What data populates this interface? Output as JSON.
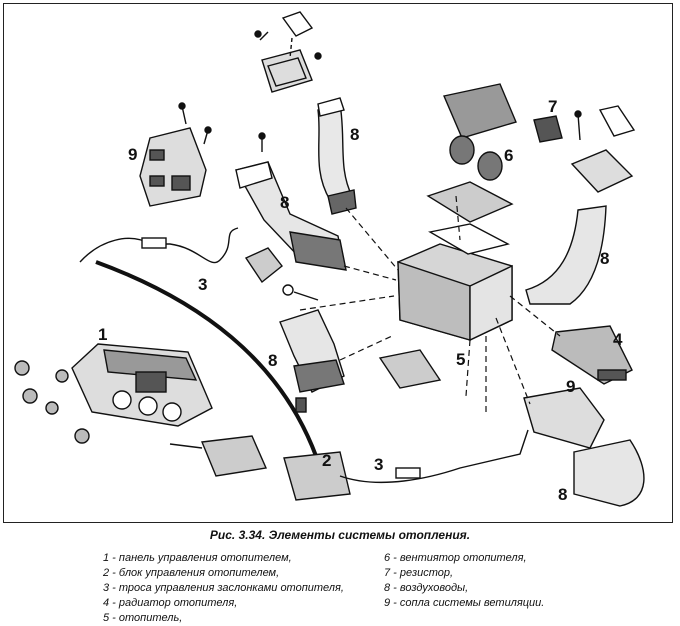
{
  "figure": {
    "caption": "Рис. 3.34. Элементы системы отопления.",
    "callouts": [
      "1",
      "2",
      "3",
      "3",
      "4",
      "5",
      "6",
      "7",
      "8",
      "8",
      "8",
      "8",
      "8",
      "9",
      "9"
    ]
  },
  "legend": {
    "left": [
      "1 - панель управления отопителем,",
      "2 - блок управления отопителем,",
      "3 - троса управления заслонками отопителя,",
      "4 - радиатор отопителя,",
      "5 - отопитель,"
    ],
    "right": [
      "6 - вентиятор отопителя,",
      "7 - резистор,",
      "8 - воздуховоды,",
      "9 - сопла системы ветиляции."
    ]
  }
}
